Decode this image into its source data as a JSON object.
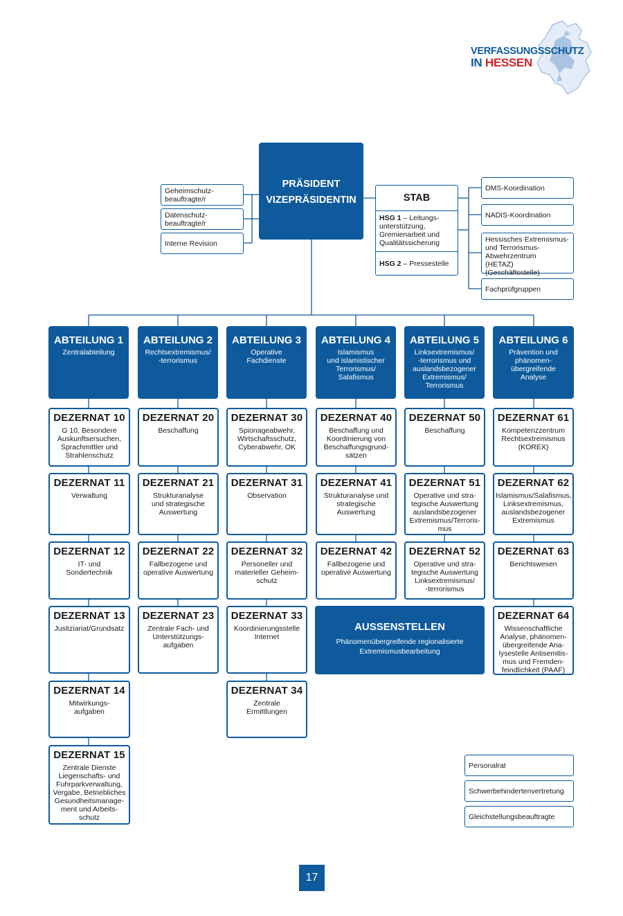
{
  "logo": {
    "line1": "VERFASSUNGSSCHUTZ",
    "line2_a": "IN",
    "line2_b": "HESSEN",
    "emblem": "hessian-lion-map-icon"
  },
  "top": {
    "praesident": "PRÄSIDENT",
    "vize": "VIZEPRÄSIDENTIN"
  },
  "left_boxes": [
    "Geheimschutz-\nbeauftragte/r",
    "Datenschutz-\nbeauftragte/r",
    "Interne Revision"
  ],
  "stab": {
    "title": "STAB",
    "hsg1_label": "HSG 1",
    "hsg1_text": " – Leitungs-\nunterstützung,\nGremienarbeit und\nQualitätssicherung",
    "hsg2_label": "HSG 2",
    "hsg2_text": " – Pressestelle"
  },
  "right_boxes": [
    "DMS-Koordination",
    "NADIS-Koordination",
    "Hessisches Extremismus-\nund Terrorismus-\nAbwehrzentrum\n(HETAZ) (Geschäftsstelle)",
    "Fachprüfgruppen"
  ],
  "abteilungen": [
    {
      "title": "ABTEILUNG 1",
      "desc": "Zentralabteilung"
    },
    {
      "title": "ABTEILUNG 2",
      "desc": "Rechtsextremismus/\n-terrorismus"
    },
    {
      "title": "ABTEILUNG 3",
      "desc": "Operative\nFachdienste"
    },
    {
      "title": "ABTEILUNG 4",
      "desc": "Islamismus\nund islamistischer\nTerrorismus/\nSalafismus"
    },
    {
      "title": "ABTEILUNG 5",
      "desc": "Linksextremismus/\n-terrorismus und\nauslandsbezogener\nExtremismus/\nTerrorismus"
    },
    {
      "title": "ABTEILUNG 6",
      "desc": "Prävention und\nphänomen-\nübergreifende\nAnalyse"
    }
  ],
  "dezernate": [
    [
      {
        "title": "DEZERNAT 10",
        "desc": "G 10, Besondere\nAuskunftsersuchen,\nSprachmittler und\nStrahlenschutz"
      },
      {
        "title": "DEZERNAT 11",
        "desc": "Verwaltung"
      },
      {
        "title": "DEZERNAT 12",
        "desc": "IT- und\nSondertechnik"
      },
      {
        "title": "DEZERNAT 13",
        "desc": "Justiziariat/Grundsatz"
      },
      {
        "title": "DEZERNAT 14",
        "desc": "Mitwirkungs-\naufgaben"
      },
      {
        "title": "DEZERNAT 15",
        "desc": "Zentrale Dienste\nLiegenschafts- und\nFuhrparkverwaltung,\nVergabe, Betriebliches\nGesundheitsmanage-\nment und Arbeits-\nschutz"
      }
    ],
    [
      {
        "title": "DEZERNAT 20",
        "desc": "Beschaffung"
      },
      {
        "title": "DEZERNAT 21",
        "desc": "Strukturanalyse\nund strategische\nAuswertung"
      },
      {
        "title": "DEZERNAT 22",
        "desc": "Fallbezogene und\noperative Auswertung"
      },
      {
        "title": "DEZERNAT 23",
        "desc": "Zentrale Fach- und\nUnterstützungs-\naufgaben"
      }
    ],
    [
      {
        "title": "DEZERNAT 30",
        "desc": "Spionageabwehr,\nWirtschaftsschutz,\nCyberabwehr, OK"
      },
      {
        "title": "DEZERNAT 31",
        "desc": "Observation"
      },
      {
        "title": "DEZERNAT 32",
        "desc": "Personeller und\nmaterieller Geheim-\nschutz"
      },
      {
        "title": "DEZERNAT 33",
        "desc": "Koordinierungsstelle\nInternet"
      },
      {
        "title": "DEZERNAT 34",
        "desc": "Zentrale\nErmittlungen"
      }
    ],
    [
      {
        "title": "DEZERNAT 40",
        "desc": "Beschaffung und\nKoordinierung von\nBeschaffungsgrund-\nsätzen"
      },
      {
        "title": "DEZERNAT 41",
        "desc": "Strukturanalyse und\nstrategische\nAuswertung"
      },
      {
        "title": "DEZERNAT 42",
        "desc": "Fallbezogene und\noperative Auswertung"
      }
    ],
    [
      {
        "title": "DEZERNAT 50",
        "desc": "Beschaffung"
      },
      {
        "title": "DEZERNAT 51",
        "desc": "Operative und stra-\ntegische Auswertung\nauslandsbezogener\nExtremismus/Terroris-\nmus"
      },
      {
        "title": "DEZERNAT 52",
        "desc": "Operative und stra-\ntegische Auswertung\nLinksextremismus/\n-terrorismus"
      }
    ],
    [
      {
        "title": "DEZERNAT 61",
        "desc": "Kompetenzzentrum\nRechtsextremismus\n(KOREX)"
      },
      {
        "title": "DEZERNAT 62",
        "desc": "Islamismus/Salafismus,\nLinksextremismus,\nauslandsbezogener\nExtremismus"
      },
      {
        "title": "DEZERNAT 63",
        "desc": "Berichtswesen"
      },
      {
        "title": "DEZERNAT 64",
        "desc": "Wissenschaftliche\nAnalyse, phänomen-\nübergreifende Ana-\nlysestelle Antisemitis-\nmus und Fremden-\nfeindlichkeit (PAAF)"
      }
    ]
  ],
  "aussenstellen": {
    "title": "AUSSENSTELLEN",
    "desc": "Phänomenübergreifende regionalisierte\nExtremismusbearbeitung"
  },
  "bottom_right": [
    "Personalrat",
    "Schwerbehindertenvertretung",
    "Gleichstellungsbeauftragte"
  ],
  "page_number": "17",
  "colors": {
    "primary": "#0e5a9c",
    "accent_red": "#d0232a",
    "lion": "#a9c4e2"
  }
}
